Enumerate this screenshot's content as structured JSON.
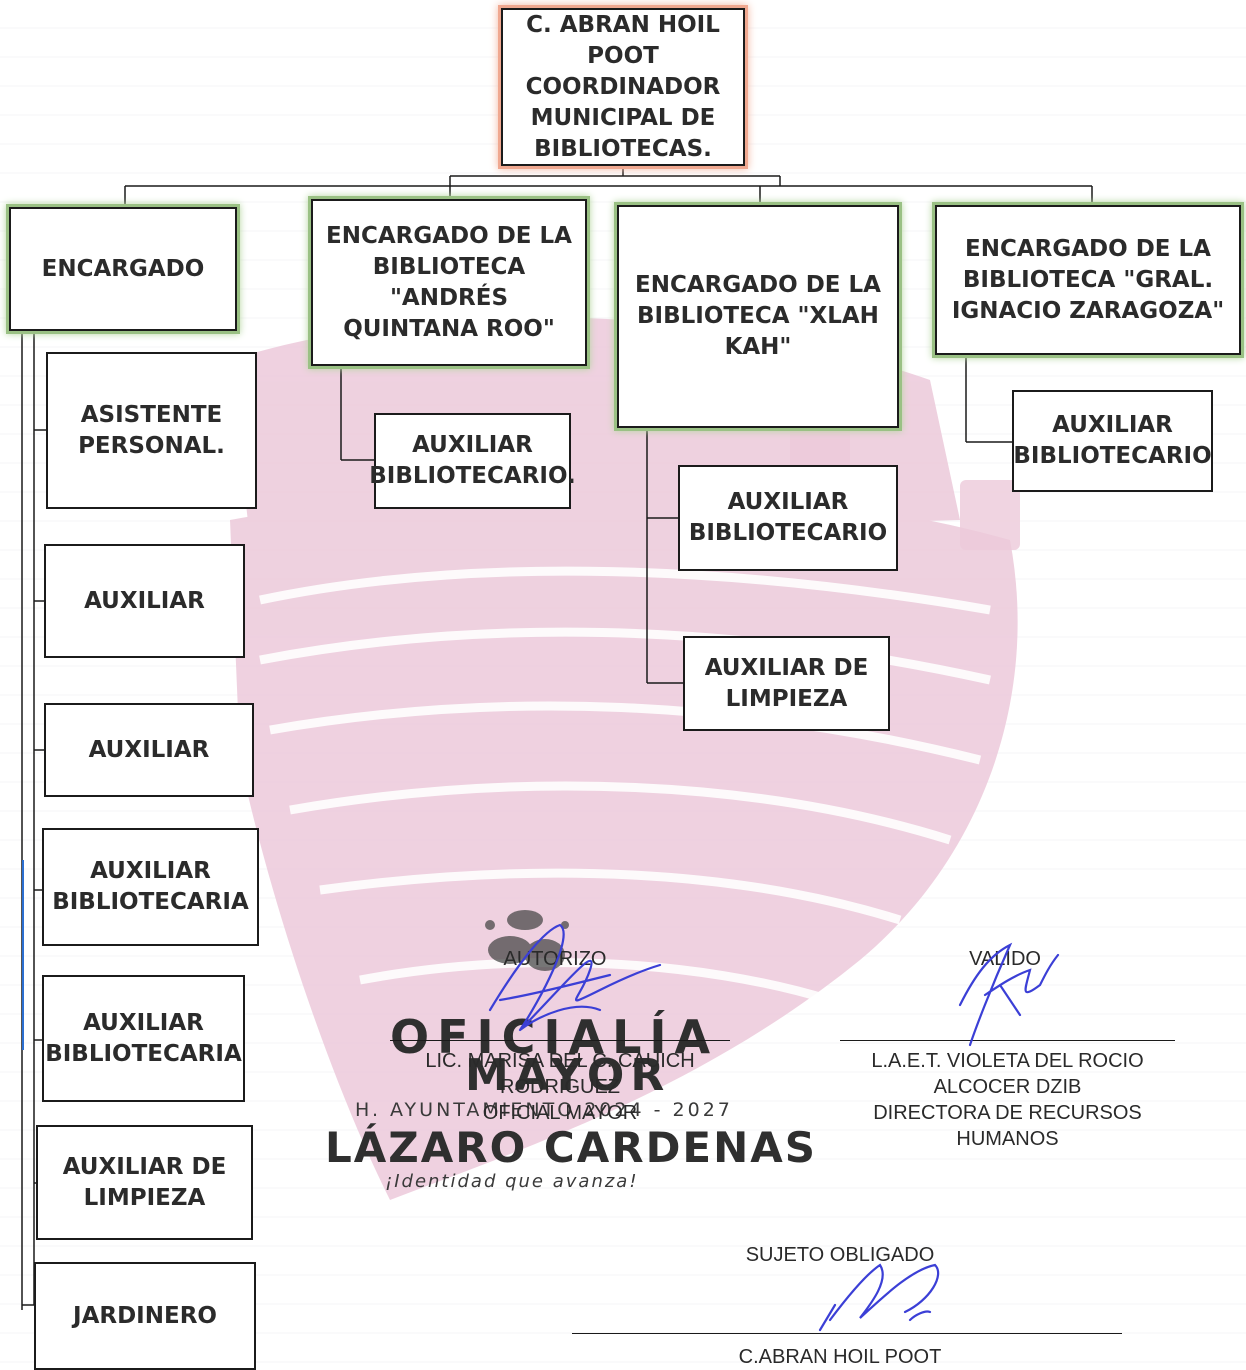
{
  "org_chart": {
    "head": "C. ABRAN HOIL\nPOOT\nCOORDINADOR\nMUNICIPAL DE\nBIBLIOTECAS.",
    "branches": [
      {
        "title": "ENCARGADO",
        "staff": [
          "ASISTENTE\nPERSONAL.",
          "AUXILIAR",
          "AUXILIAR",
          "AUXILIAR\nBIBLIOTECARIA",
          "AUXILIAR\nBIBLIOTECARIA",
          "AUXILIAR DE\nLIMPIEZA",
          "JARDINERO"
        ]
      },
      {
        "title": "ENCARGADO DE LA\nBIBLIOTECA \"ANDRÉS\nQUINTANA ROO\"",
        "staff": [
          "AUXILIAR\nBIBLIOTECARIO."
        ]
      },
      {
        "title": "ENCARGADO DE LA\nBIBLIOTECA \"XLAH\nKAH\"",
        "staff": [
          "AUXILIAR\nBIBLIOTECARIO",
          "AUXILIAR DE\nLIMPIEZA"
        ]
      },
      {
        "title": "ENCARGADO DE LA\nBIBLIOTECA \"GRAL.\nIGNACIO ZARAGOZA\"",
        "staff": [
          "AUXILIAR\nBIBLIOTECARIO"
        ]
      }
    ]
  },
  "signatures": {
    "authorized": {
      "label": "AUTORIZO",
      "name": "LIC. MARISA DEL C. CAUICH\nRODRIGUEZ\nOFICIAL MAYOR"
    },
    "validated": {
      "label": "VALIDO",
      "name": "L.A.E.T. VIOLETA DEL ROCIO\nALCOCER DZIB\nDIRECTORA DE RECURSOS\nHUMANOS"
    },
    "obligated": {
      "label": "SUJETO OBLIGADO",
      "name": "C.ABRAN HOIL POOT"
    }
  },
  "stamp": {
    "line1": "OFICIALÍA",
    "line2": "MAYOR",
    "line3": "H. AYUNTAMIENTO 2024 - 2027",
    "line4": "LÁZARO CARDENAS",
    "line5": "¡Identidad que avanza!"
  },
  "colors": {
    "watermark": "#e9c6d8",
    "head_glow": "#f0a890",
    "branch_glow": "#9ac184",
    "ink_blue": "#3b3fd6"
  }
}
